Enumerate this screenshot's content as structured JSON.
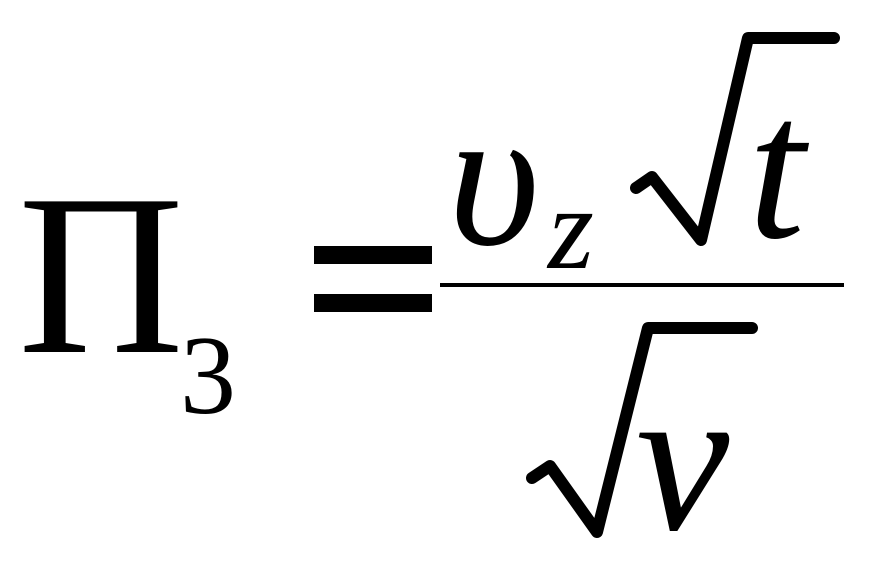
{
  "formula": {
    "lhs_symbol": "Π",
    "lhs_subscript": "3",
    "numerator_variable": "υ",
    "numerator_subscript": "z",
    "numerator_radicand": "t",
    "denominator_radicand": "v"
  }
}
